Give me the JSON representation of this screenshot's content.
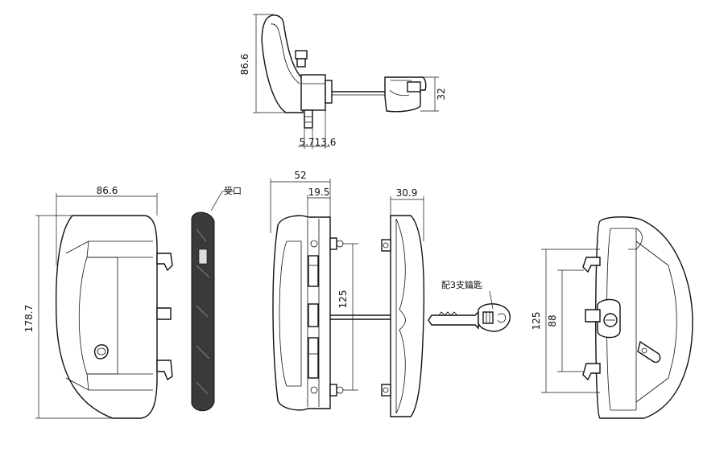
{
  "dimensions": {
    "top_height": "86.6",
    "top_knob_height": "32",
    "top_offset_a": "5.7",
    "top_offset_b": "13.6",
    "front_width": "86.6",
    "front_height": "178.7",
    "side_depth": "52",
    "side_inner": "19.5",
    "hole_spacing": "125",
    "inner_depth": "30.9",
    "right_outer": "125",
    "right_inner": "88"
  },
  "labels": {
    "gasket_note": "受口",
    "key_note": "配3支鑰匙"
  }
}
